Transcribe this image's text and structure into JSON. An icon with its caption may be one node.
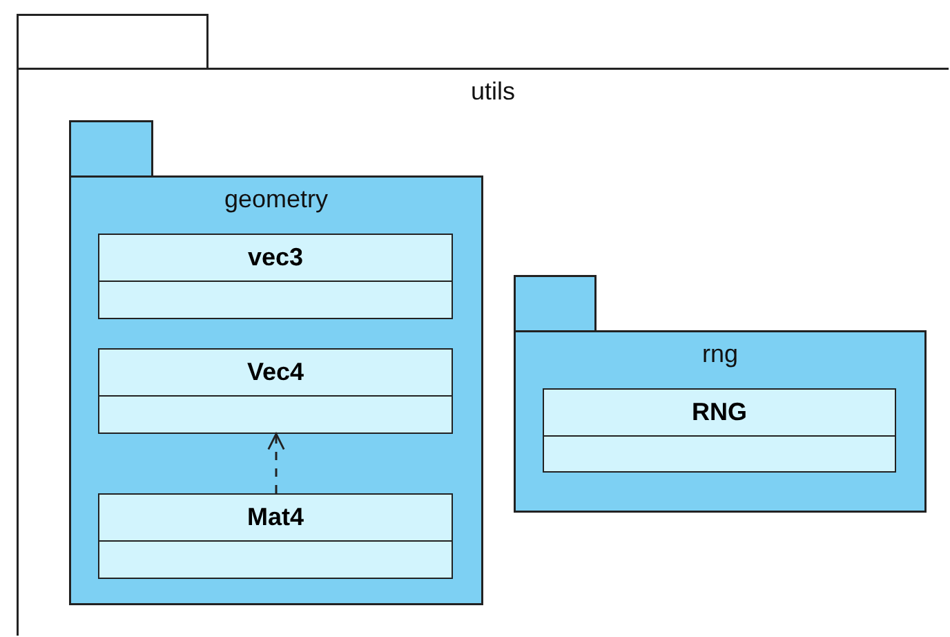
{
  "diagram": {
    "nodes": [
      {
        "text": [
          "utils"
        ]
      },
      {
        "text": [
          "geometry"
        ],
        "in": 0
      },
      {
        "text": [
          "vec3"
        ],
        "in": 1
      },
      {
        "text": [
          "Vec4"
        ],
        "in": 1
      },
      {
        "text": [
          "Mat4"
        ],
        "in": 1
      },
      {
        "text": [
          "rng"
        ],
        "in": 0
      },
      {
        "text": [
          "RNG"
        ],
        "in": 5
      }
    ],
    "edges": [
      {
        "from": 4,
        "to": 3,
        "arrow": "to",
        "style": "dashed"
      }
    ]
  }
}
